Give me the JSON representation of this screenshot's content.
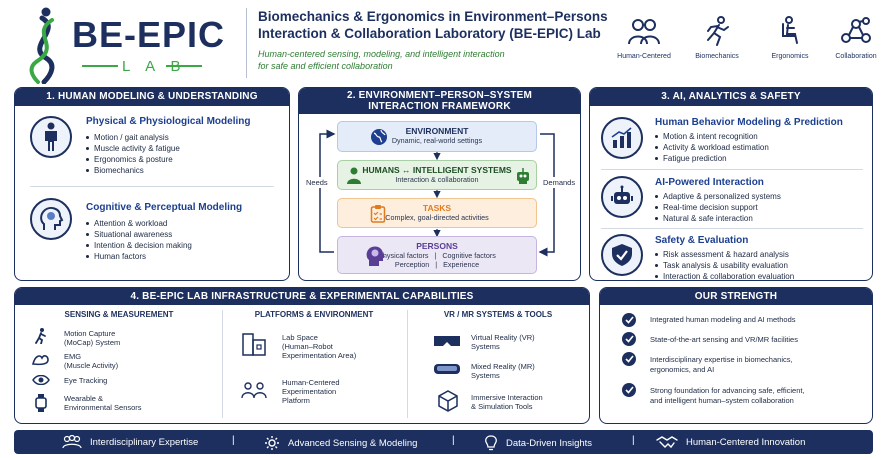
{
  "header": {
    "logo_main": "BE-EPIC",
    "logo_sub": "L A B",
    "title_line1": "Biomechanics & Ergonomics in Environment–Persons",
    "title_line2": "Interaction & Collaboration Laboratory (BE-EPIC) Lab",
    "tagline_line1": "Human-centered sensing, modeling, and intelligent interaction",
    "tagline_line2": "for safe and efficient collaboration",
    "icons": [
      {
        "label": "Human-Centered",
        "icon": "people-icon"
      },
      {
        "label": "Biomechanics",
        "icon": "running-person-icon"
      },
      {
        "label": "Ergonomics",
        "icon": "seated-person-icon"
      },
      {
        "label": "Collaboration",
        "icon": "network-nodes-icon"
      }
    ]
  },
  "panel1": {
    "title": "1. HUMAN MODELING & UNDERSTANDING",
    "physical": {
      "title": "Physical & Physiological Modeling",
      "icon": "human-body-icon",
      "items": [
        "Motion / gait analysis",
        "Muscle activity & fatigue",
        "Ergonomics & posture",
        "Biomechanics"
      ]
    },
    "cognitive": {
      "title": "Cognitive & Perceptual Modeling",
      "icon": "brain-head-icon",
      "items": [
        "Attention & workload",
        "Situational awareness",
        "Intention & decision making",
        "Human factors"
      ]
    }
  },
  "panel2": {
    "title_line1": "2. ENVIRONMENT–PERSON–SYSTEM",
    "title_line2": "INTERACTION FRAMEWORK",
    "environment": {
      "title": "ENVIRONMENT",
      "sub": "Dynamic, real-world settings",
      "icon": "globe-icon"
    },
    "humans": {
      "title": "HUMANS ↔ INTELLIGENT SYSTEMS",
      "sub": "Interaction & collaboration",
      "icon": "person-robot-icon"
    },
    "tasks": {
      "title": "TASKS",
      "sub": "Complex, goal-directed activities",
      "icon": "clipboard-icon"
    },
    "persons": {
      "title": "PERSONS",
      "sub1": "Physical factors   |   Cognitive factors",
      "sub2": "Perception   |   Experience",
      "icon": "head-brain-icon"
    },
    "left_label": "Needs",
    "right_label": "Demands"
  },
  "panel3": {
    "title": "3. AI, ANALYTICS & SAFETY",
    "sections": [
      {
        "title": "Human Behavior Modeling & Prediction",
        "icon": "bar-chart-icon",
        "items": [
          "Motion & intent recognition",
          "Activity & workload estimation",
          "Fatigue prediction"
        ]
      },
      {
        "title": "AI-Powered Interaction",
        "icon": "robot-icon",
        "items": [
          "Adaptive & personalized systems",
          "Real-time decision support",
          "Natural & safe interaction"
        ]
      },
      {
        "title": "Safety & Evaluation",
        "icon": "shield-check-icon",
        "items": [
          "Risk assessment & hazard analysis",
          "Task analysis & usability evaluation",
          "Interaction & collaboration evaluation"
        ]
      }
    ]
  },
  "panel4": {
    "title": "4. BE-EPIC LAB INFRASTRUCTURE & EXPERIMENTAL CAPABILITIES",
    "col1": {
      "title": "SENSING & MEASUREMENT",
      "items": [
        {
          "l1": "Motion Capture",
          "l2": "(MoCap) System",
          "icon": "walking-person-icon"
        },
        {
          "l1": "EMG",
          "l2": "(Muscle Activity)",
          "icon": "arm-muscle-icon"
        },
        {
          "l1": "Eye Tracking",
          "l2": "",
          "icon": "eye-icon"
        },
        {
          "l1": "Wearable &",
          "l2": "Environmental Sensors",
          "icon": "smartwatch-icon"
        }
      ]
    },
    "col2": {
      "title": "PLATFORMS & ENVIRONMENT",
      "items": [
        {
          "l1": "Lab Space",
          "l2": "(Human–Robot",
          "l3": "Experimentation Area)",
          "icon": "building-icon"
        },
        {
          "l1": "Human-Centered",
          "l2": "Experimentation",
          "l3": "Platform",
          "icon": "group-people-icon"
        }
      ]
    },
    "col3": {
      "title": "VR / MR SYSTEMS & TOOLS",
      "items": [
        {
          "l1": "Virtual Reality (VR)",
          "l2": "Systems",
          "icon": "vr-headset-icon"
        },
        {
          "l1": "Mixed Reality (MR)",
          "l2": "Systems",
          "icon": "mr-goggles-icon"
        },
        {
          "l1": "Immersive Interaction",
          "l2": "& Simulation Tools",
          "icon": "cube-icon"
        }
      ]
    }
  },
  "strength": {
    "title": "OUR STRENGTH",
    "items": [
      {
        "l1": "Integrated human modeling and AI methods",
        "l2": ""
      },
      {
        "l1": "State-of-the-art sensing and VR/MR facilities",
        "l2": ""
      },
      {
        "l1": "Interdisciplinary expertise in biomechanics,",
        "l2": "ergonomics, and AI"
      },
      {
        "l1": "Strong foundation for advancing safe, efficient,",
        "l2": "and intelligent human–system collaboration"
      }
    ]
  },
  "footer": {
    "items": [
      {
        "label": "Interdisciplinary Expertise",
        "icon": "team-icon"
      },
      {
        "label": "Advanced Sensing & Modeling",
        "icon": "gear-icon"
      },
      {
        "label": "Data-Driven Insights",
        "icon": "lightbulb-icon"
      },
      {
        "label": "Human-Centered Innovation",
        "icon": "handshake-icon"
      }
    ],
    "separator": "|"
  },
  "colors": {
    "navy": "#1c2f5e",
    "accent_blue": "#1c3f8f",
    "green": "#2e7d32",
    "orange": "#e07b1f",
    "purple": "#5a3e96"
  }
}
